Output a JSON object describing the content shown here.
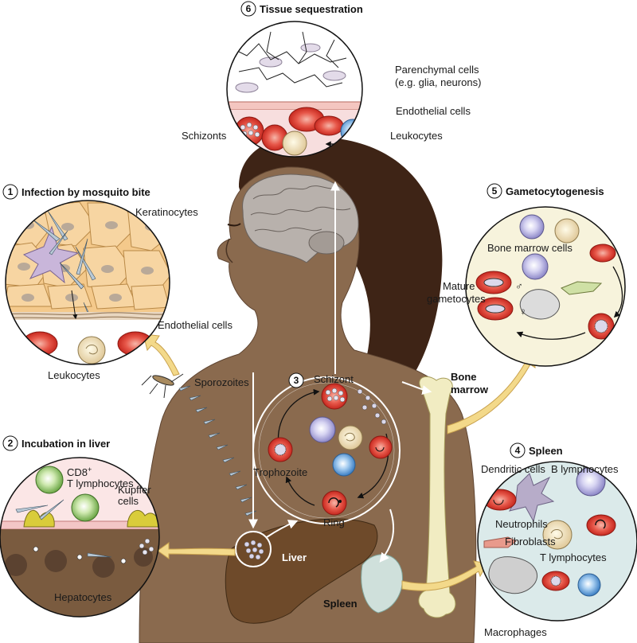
{
  "panels": {
    "p1": {
      "num": "1",
      "title": "Infection by mosquito bite"
    },
    "p2": {
      "num": "2",
      "title": "Incubation in liver"
    },
    "p3": {
      "num": "3"
    },
    "p4": {
      "num": "4",
      "title": "Spleen"
    },
    "p5": {
      "num": "5",
      "title": "Gametocytogenesis"
    },
    "p6": {
      "num": "6",
      "title": "Tissue sequestration"
    }
  },
  "labels": {
    "keratinocytes": "Keratinocytes",
    "endothelial_p1": "Endothelial cells",
    "leukocytes_p1": "Leukocytes",
    "sporozoites": "Sporozoites",
    "cd8_line1": "CD8",
    "cd8_sup": "+",
    "cd8_line2": "T lymphocytes",
    "kupffer_line1": "Kupffer",
    "kupffer_line2": "cells",
    "hepatocytes": "Hepatocytes",
    "liver": "Liver",
    "spleen_organ": "Spleen",
    "schizont": "Schizont",
    "trophozoite": "Trophozoite",
    "ring": "Ring",
    "bone_marrow_line1": "Bone",
    "bone_marrow_line2": "marrow",
    "bone_marrow_cells": "Bone marrow cells",
    "mature_line1": "Mature",
    "mature_line2": "gametocytes",
    "male_symbol": "♂",
    "female_symbol": "♀",
    "parenchymal_line1": "Parenchymal cells",
    "parenchymal_line2": "(e.g. glia, neurons)",
    "endothelial_p6": "Endothelial cells",
    "schizonts_p6": "Schizonts",
    "leukocytes_p6": "Leukocytes",
    "dendritic": "Dendritic cells",
    "b_lymph": "B lymphocytes",
    "neutrophils": "Neutrophils",
    "fibroblasts": "Fibroblasts",
    "t_lymph": "T lymphocytes",
    "macrophages": "Macrophages"
  },
  "colors": {
    "skin": "#8a6a4e",
    "hair": "#3e2416",
    "liver": "#6e4a2a",
    "brain": "#b8b1ac",
    "bone": "#f1ecc2",
    "spleen": "#cfe0db",
    "rbc": "#d9372b",
    "arrow_yellow": "#f3d98a",
    "panel_bg_p5": "#f7f3dc",
    "panel_bg_p4": "#dbeaea",
    "keratinocyte": "#f4c98b"
  }
}
